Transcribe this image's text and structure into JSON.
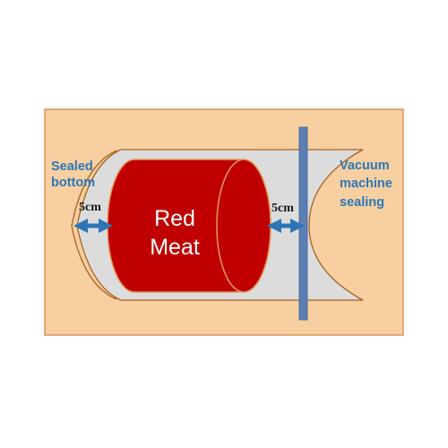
{
  "labels": {
    "sealed_bottom_line1": "Sealed",
    "sealed_bottom_line2": "bottom",
    "vacuum_line1": "Vacuum",
    "vacuum_line2": "machine",
    "vacuum_line3": "sealing",
    "meat_line1": "Red",
    "meat_line2": "Meat",
    "left_gap": "5cm",
    "right_gap": "5cm"
  },
  "colors": {
    "background_panel": "#f7cfa1",
    "panel_border": "#c9833e",
    "bag_fill": "#dcdcdc",
    "bag_outline": "#a8621f",
    "meat_fill": "#c00000",
    "meat_outline": "#e39a5a",
    "seal_bar": "#5b7fb5",
    "arrow": "#2e75b6",
    "label_blue": "#2a78b8"
  }
}
